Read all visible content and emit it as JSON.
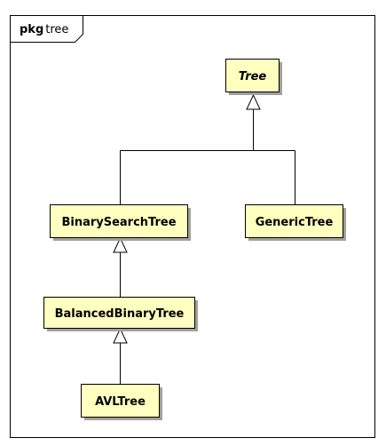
{
  "package": {
    "keyword": "pkg",
    "name": "tree"
  },
  "classes": [
    {
      "id": "Tree",
      "label": "Tree",
      "abstract": true
    },
    {
      "id": "BinarySearchTree",
      "label": "BinarySearchTree",
      "abstract": false
    },
    {
      "id": "GenericTree",
      "label": "GenericTree",
      "abstract": false
    },
    {
      "id": "BalancedBinaryTree",
      "label": "BalancedBinaryTree",
      "abstract": false
    },
    {
      "id": "AVLTree",
      "label": "AVLTree",
      "abstract": false
    }
  ],
  "generalizations": [
    {
      "child": "BinarySearchTree",
      "parent": "Tree"
    },
    {
      "child": "GenericTree",
      "parent": "Tree"
    },
    {
      "child": "BalancedBinaryTree",
      "parent": "BinarySearchTree"
    },
    {
      "child": "AVLTree",
      "parent": "BalancedBinaryTree"
    }
  ],
  "colors": {
    "class_fill": "#ffffc0",
    "shadow": "#a0a0a0",
    "stroke": "#000000"
  }
}
